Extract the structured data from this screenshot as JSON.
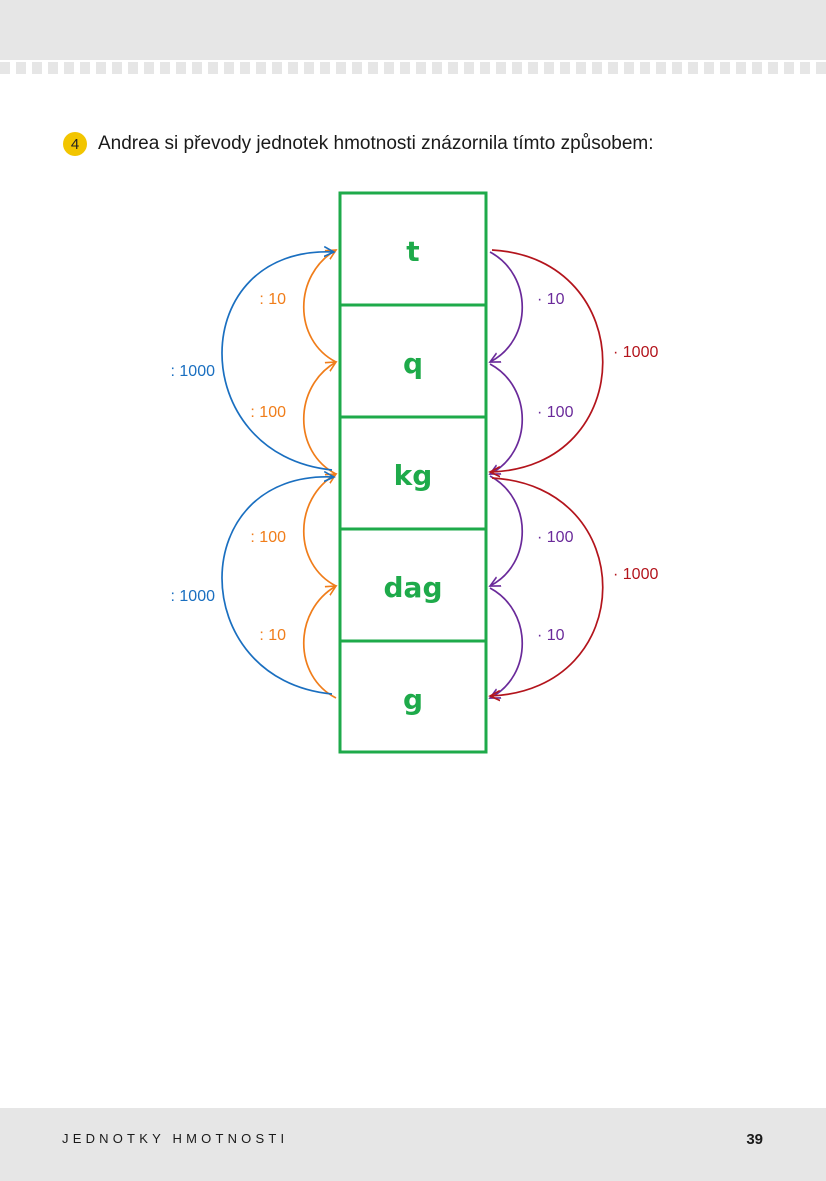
{
  "task": {
    "number": "4",
    "text": "Andrea si převody jednotek hmotnosti znázornila tímto způsobem:"
  },
  "diagram": {
    "units": [
      "t",
      "q",
      "kg",
      "dag",
      "g"
    ],
    "colors": {
      "box": "#1eaa4a",
      "divide_single": "#f07d1a",
      "divide_group": "#1a6fc0",
      "multiply_single": "#6a2a9a",
      "multiply_group": "#b3141c"
    },
    "divide_single": [
      ": 10",
      ": 100",
      ": 100",
      ": 10"
    ],
    "divide_group": [
      ": 1000",
      ": 1000"
    ],
    "multiply_single": [
      "· 10",
      "· 100",
      "· 100",
      "· 10"
    ],
    "multiply_group": [
      "· 1000",
      "· 1000"
    ]
  },
  "footer": {
    "title": "JEDNOTKY HMOTNOSTI",
    "page_number": "39"
  }
}
